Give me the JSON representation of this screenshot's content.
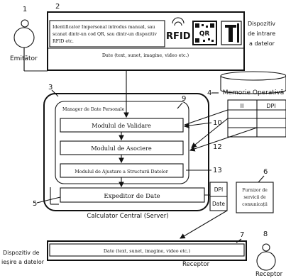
{
  "refs": {
    "r1": "1",
    "r2": "2",
    "r3": "3",
    "r4": "4",
    "r5": "5",
    "r6": "6",
    "r7": "7",
    "r8": "8",
    "r9": "9",
    "r10": "10",
    "r12": "12",
    "r13": "13"
  },
  "emitter_label": "Emitător",
  "receiver_label": "Receptor",
  "input_device": {
    "label_lines": [
      "Dispozitiv",
      "de intrare",
      "a datelor"
    ],
    "description_lines": [
      "Identificator Impersonal introdus manual, sau",
      "scanat dintr-un cod QR, sau dintr-un dispozitiv",
      "RFID etc."
    ],
    "rfid_text": "RFID",
    "qr_text": "QR",
    "data_text": "Date (text, sunet, imagine, video etc.)"
  },
  "memory_label": "Memorie Operativă",
  "memory_table": {
    "col1": "II",
    "col2": "DPI"
  },
  "server": {
    "manager_label": "Manager de Date Personale",
    "validation_module": "Modulul de Validare",
    "association_module": "Modulul de Asociere",
    "adjust_module": "Modulul de Ajustare a Structurii Datelor",
    "dispatcher": "Expeditor de Date",
    "caption": "Calculator Central (Server)"
  },
  "side_stack": {
    "dpi": "DPI",
    "date": "Date"
  },
  "provider_lines": [
    "Furnizor de",
    "servicii de",
    "comunicații"
  ],
  "output_device": {
    "label_lines": [
      "Dispozitiv de",
      "ieșire a datelor"
    ],
    "data_text": "Date (text, sunet, imagine, video etc.)",
    "receptor_caption": "Receptor"
  }
}
